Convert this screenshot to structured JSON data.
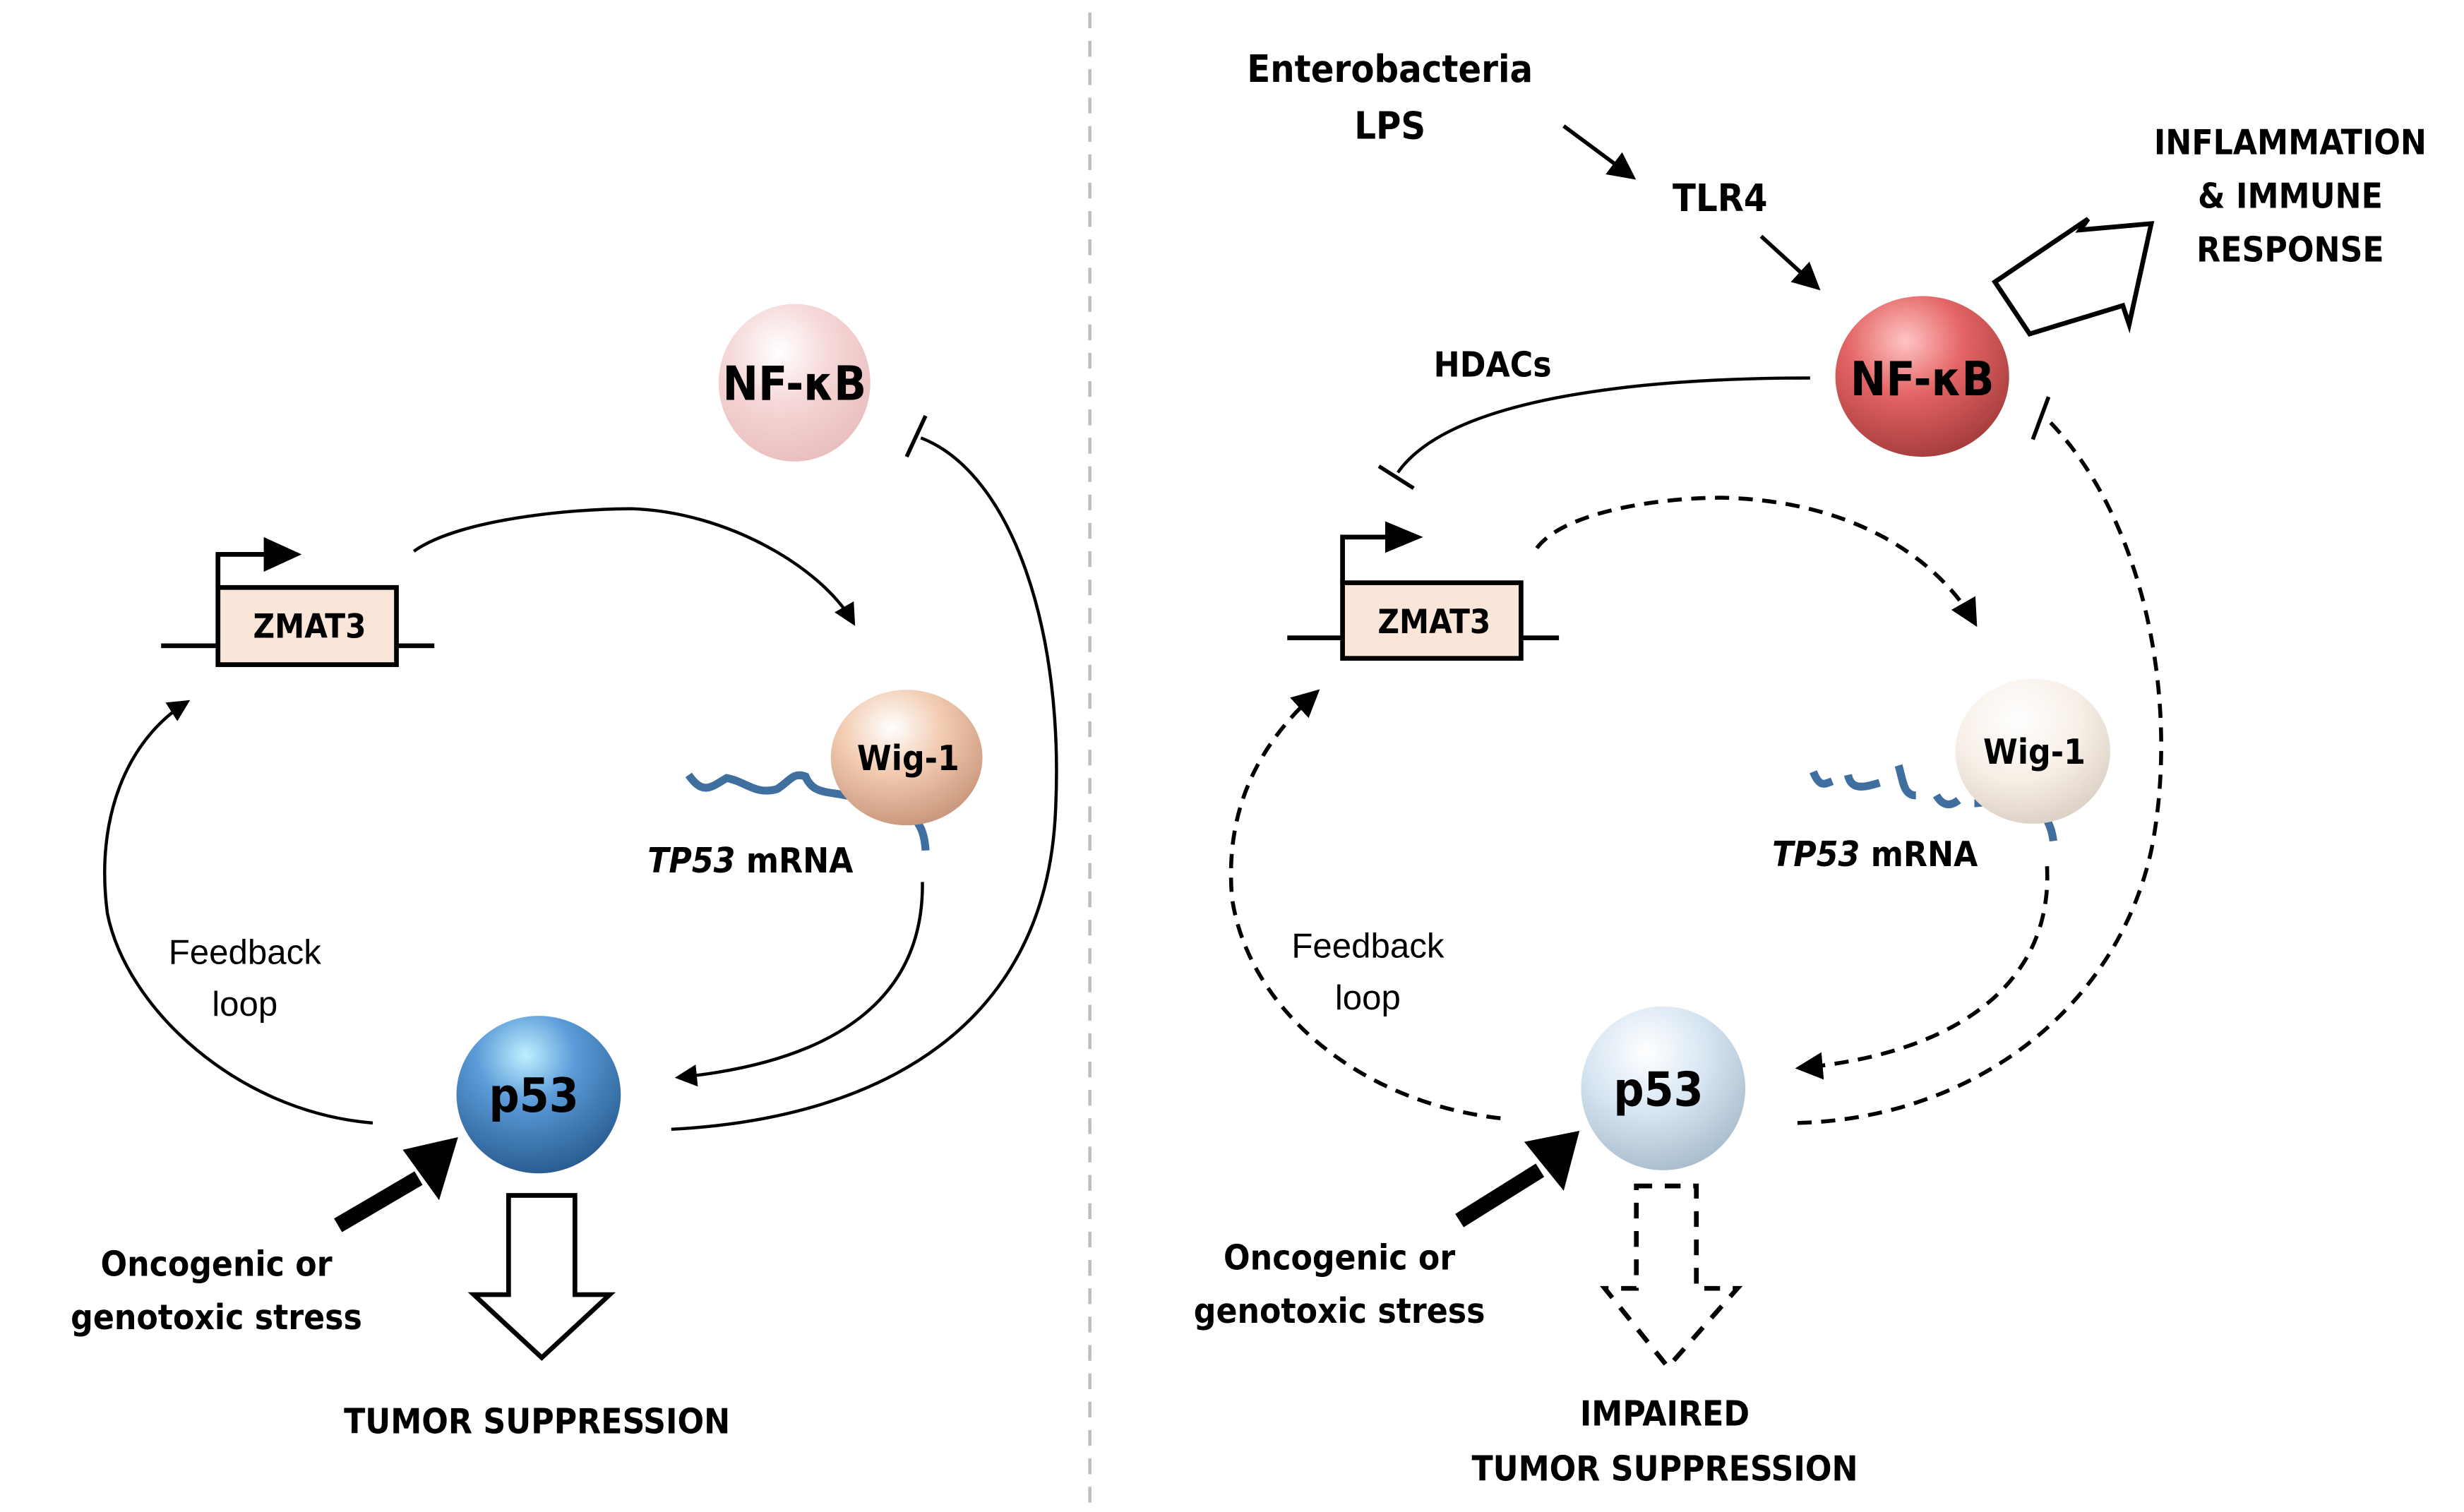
{
  "left_panel": {
    "nfkb": {
      "label": "NF-κB",
      "color": "#f3cfcf"
    },
    "zmat3": {
      "label": "ZMAT3",
      "fill": "#fae5d9"
    },
    "wig1": {
      "label": "Wig-1",
      "color": "#f0c3a3"
    },
    "mrna": {
      "gene": "TP53",
      "suffix": " mRNA",
      "color": "#3f6f9e"
    },
    "feedback": {
      "line1": "Feedback",
      "line2": "loop"
    },
    "p53": {
      "label": "p53",
      "color": "#4d8fd1"
    },
    "stress": {
      "line1": "Oncogenic or",
      "line2": "genotoxic stress"
    },
    "outcome": {
      "label": "TUMOR SUPPRESSION"
    }
  },
  "right_panel": {
    "stimulus": {
      "line1": "Enterobacteria",
      "line2": "LPS"
    },
    "receptor": {
      "label": "TLR4"
    },
    "nfkb": {
      "label": "NF-κB",
      "color": "#e25f5f"
    },
    "hdacs": {
      "label": "HDACs"
    },
    "zmat3": {
      "label": "ZMAT3",
      "fill": "#fae5d9"
    },
    "wig1": {
      "label": "Wig-1",
      "color": "#f7efe6"
    },
    "mrna": {
      "gene": "TP53",
      "suffix": " mRNA",
      "color": "#3f6f9e"
    },
    "feedback": {
      "line1": "Feedback",
      "line2": "loop"
    },
    "p53": {
      "label": "p53",
      "color": "#d3e3f1"
    },
    "stress": {
      "line1": "Oncogenic or",
      "line2": "genotoxic stress"
    },
    "inflammation": {
      "line1": "INFLAMMATION",
      "line2": "& IMMUNE",
      "line3": "RESPONSE"
    },
    "outcome": {
      "line1": "IMPAIRED",
      "line2": "TUMOR SUPPRESSION"
    }
  }
}
